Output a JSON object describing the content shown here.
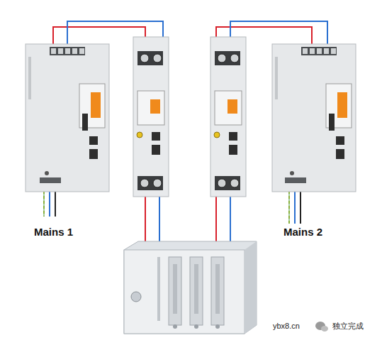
{
  "diagram": {
    "labels": [
      "Mains 1",
      "Mains 2",
      "ybx8.cn",
      "独立完成"
    ]
  }
}
